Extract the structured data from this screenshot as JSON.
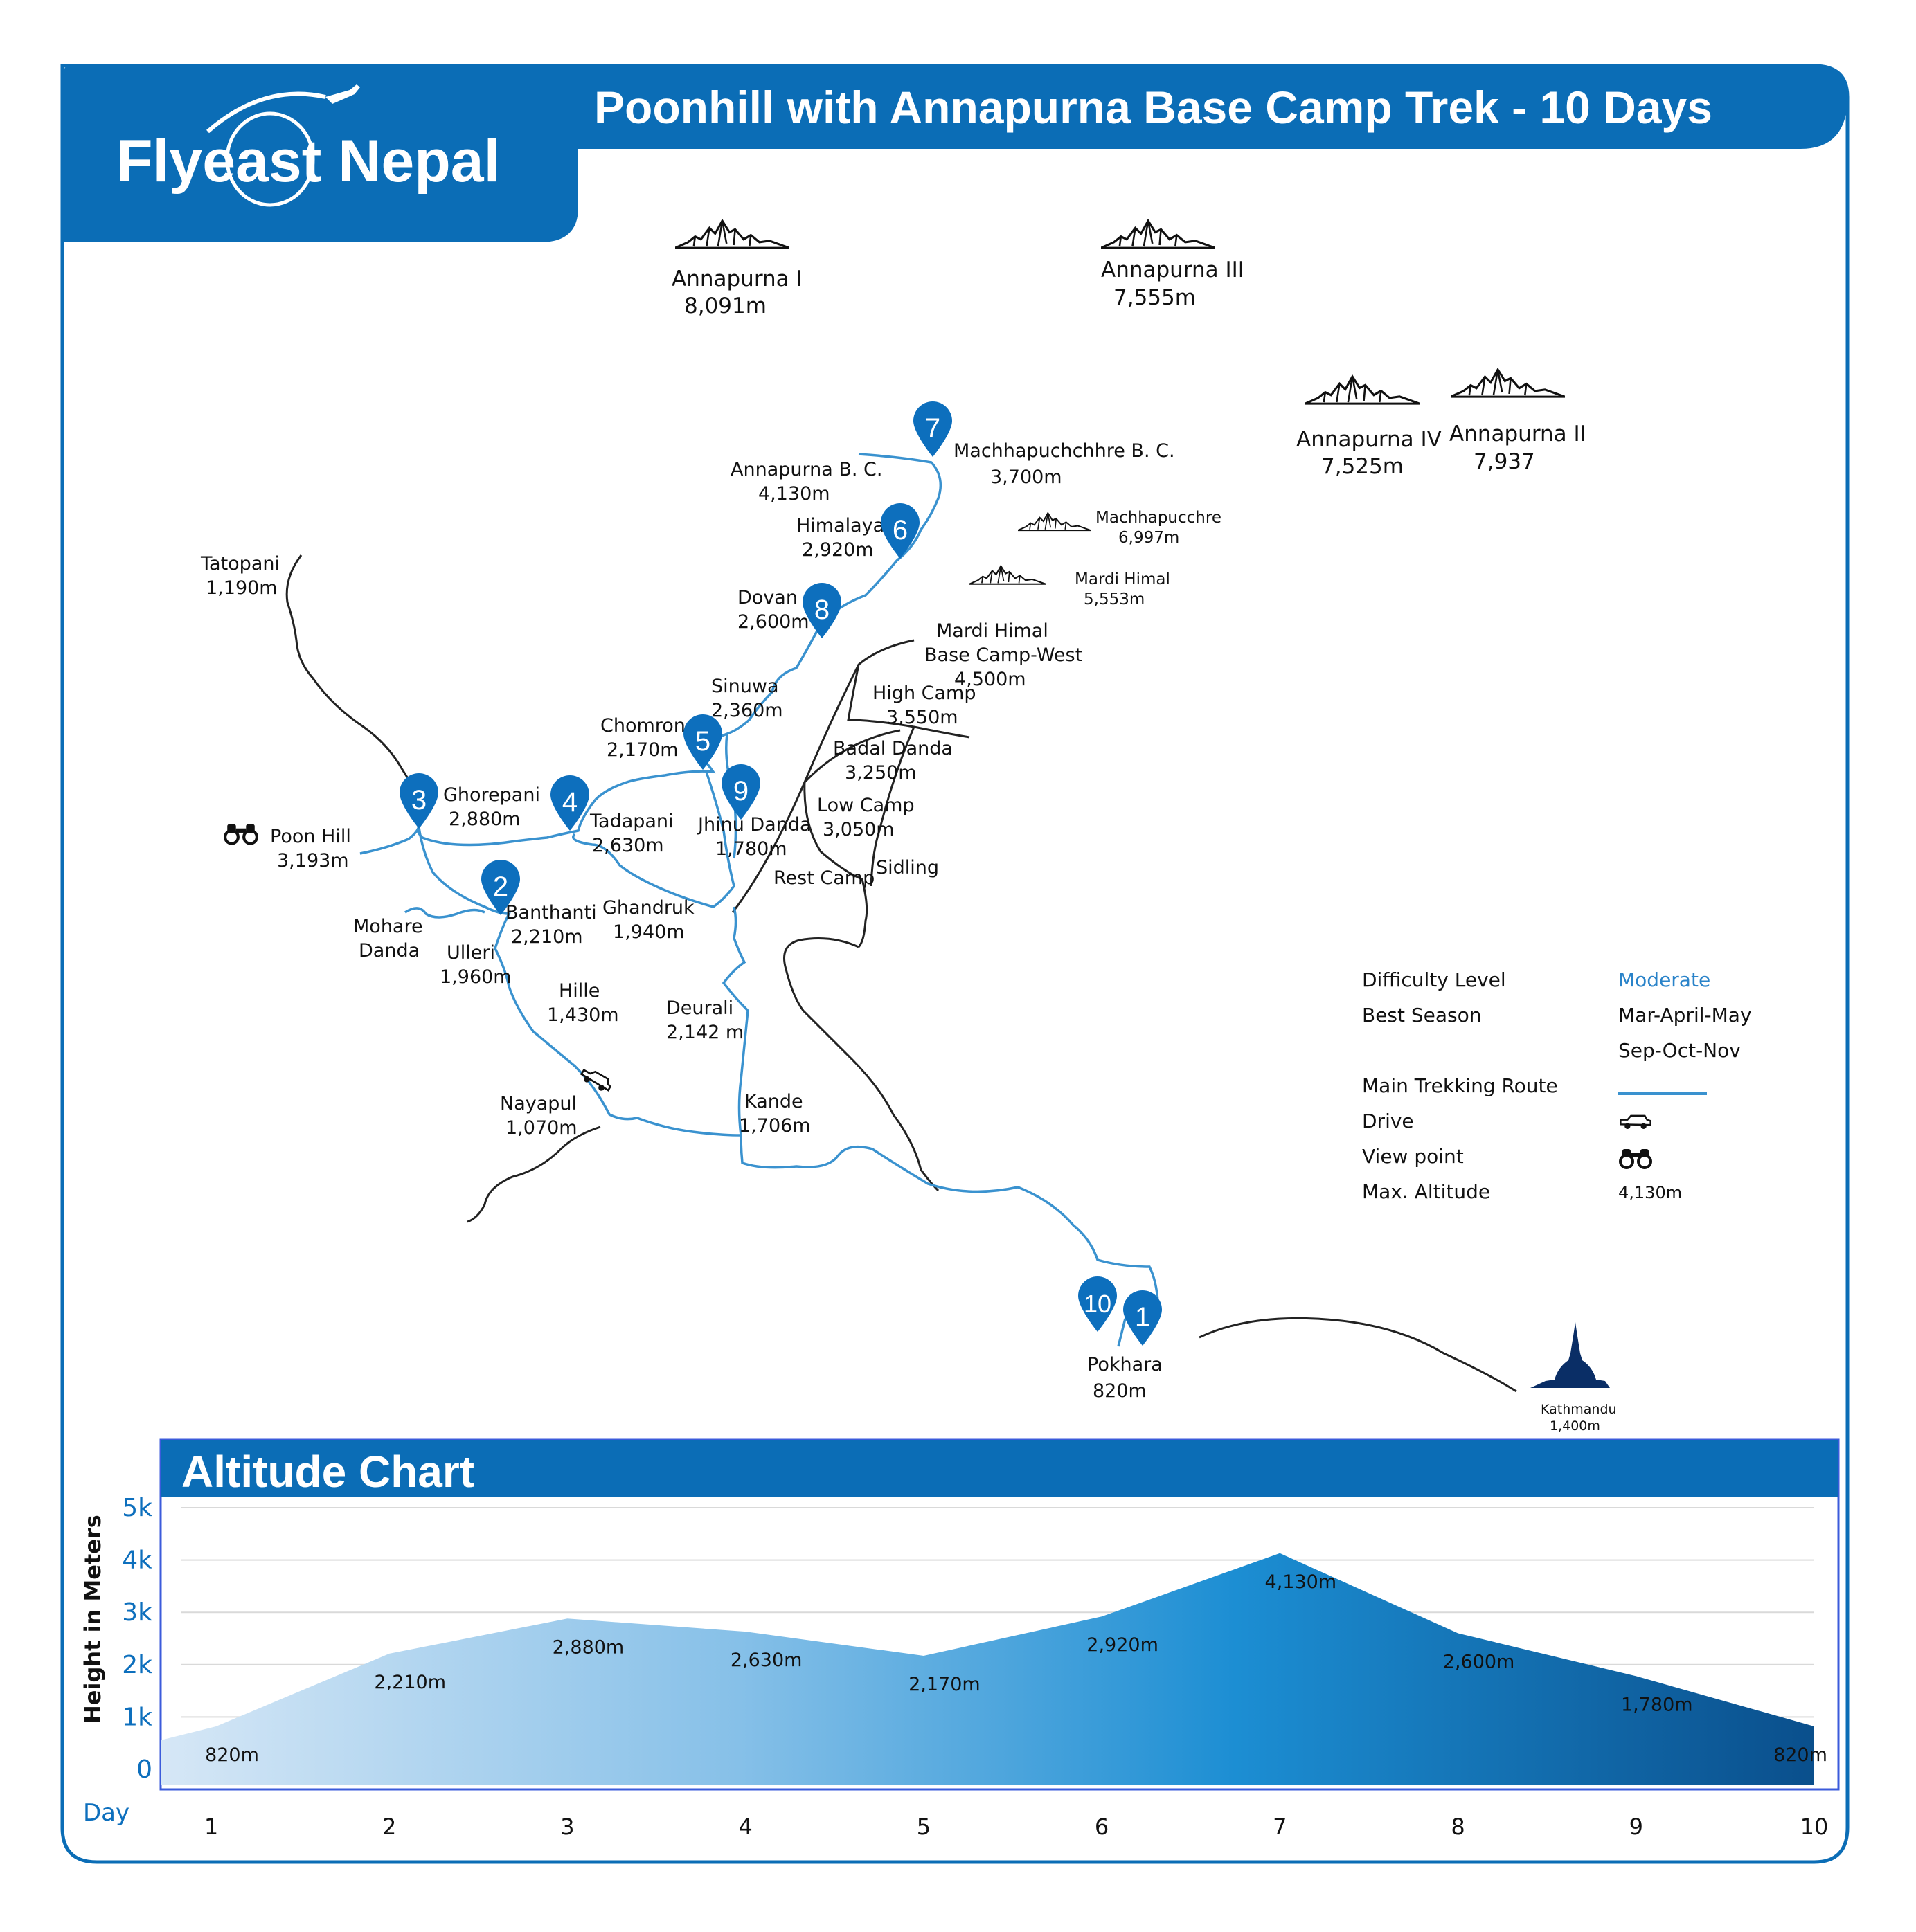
{
  "header": {
    "brand": "Flyeast Nepal",
    "title": "Poonhill with Annapurna Base Camp Trek - 10 Days"
  },
  "colors": {
    "primary": "#0b6db6",
    "route": "#3a92cf",
    "chart_dark": "#0a4f8c",
    "chart_light": "#d6e7f6"
  },
  "peaks": [
    {
      "name": "Annapurna I",
      "alt": "8,091m"
    },
    {
      "name": "Annapurna III",
      "alt": "7,555m"
    },
    {
      "name": "Annapurna IV",
      "alt": "7,525m"
    },
    {
      "name": "Annapurna II",
      "alt": "7,937"
    },
    {
      "name": "Machhapucchre",
      "alt": "6,997m"
    },
    {
      "name": "Mardi Himal",
      "alt": "5,553m"
    }
  ],
  "places": [
    {
      "name": "Machhapuchchhre B. C.",
      "alt": "3,700m"
    },
    {
      "name": "Annapurna B. C.",
      "alt": "4,130m"
    },
    {
      "name": "Himalaya",
      "alt": "2,920m"
    },
    {
      "name": "Dovan",
      "alt": "2,600m"
    },
    {
      "name": "Tatopani",
      "alt": "1,190m"
    },
    {
      "name": "Sinuwa",
      "alt": "2,360m"
    },
    {
      "name": "Chomrong",
      "alt": "2,170m"
    },
    {
      "name": "Ghorepani",
      "alt": "2,880m"
    },
    {
      "name": "Tadapani",
      "alt": "2,630m"
    },
    {
      "name": "Jhinu Danda",
      "alt": "1,780m"
    },
    {
      "name": "Poon Hill",
      "alt": "3,193m"
    },
    {
      "name": "Banthanti",
      "alt": "2,210m"
    },
    {
      "name": "Ghandruk",
      "alt": "1,940m"
    },
    {
      "name": "Mohare",
      "alt": "Danda"
    },
    {
      "name": "Ulleri",
      "alt": "1,960m"
    },
    {
      "name": "Hille",
      "alt": "1,430m"
    },
    {
      "name": "Deurali",
      "alt": "2,142 m"
    },
    {
      "name": "Nayapul",
      "alt": "1,070m"
    },
    {
      "name": "Kande",
      "alt": "1,706m"
    },
    {
      "name": "Mardi Himal",
      "alt": "Base Camp-West"
    },
    {
      "name": "High Camp",
      "alt": "3,550m"
    },
    {
      "name": "Badal Danda",
      "alt": "3,250m"
    },
    {
      "name": "Low Camp",
      "alt": "3,050m"
    },
    {
      "name": "Rest Camp",
      "alt": ""
    },
    {
      "name": "Sidling",
      "alt": ""
    },
    {
      "name": "Pokhara",
      "alt": "820m"
    },
    {
      "name": "Kathmandu",
      "alt": "1,400m"
    }
  ],
  "mardi_bc_alt": "4,500m",
  "markers": [
    "7",
    "6",
    "8",
    "5",
    "9",
    "3",
    "4",
    "2",
    "10",
    "1"
  ],
  "legend": {
    "difficulty_label": "Difficulty Level",
    "difficulty_value": "Moderate",
    "season_label": "Best Season",
    "season_value_1": "Mar-April-May",
    "season_value_2": "Sep-Oct-Nov",
    "route_label": "Main Trekking Route",
    "drive_label": "Drive",
    "view_label": "View point",
    "alt_label": "Max. Altitude",
    "alt_value": "4,130m"
  },
  "chart_title": "Altitude Chart",
  "chart_data": {
    "type": "area",
    "title": "Altitude Chart",
    "xlabel": "Day",
    "ylabel": "Height in Meters",
    "x": [
      1,
      2,
      3,
      4,
      5,
      6,
      7,
      8,
      9,
      10
    ],
    "values": [
      820,
      2210,
      2880,
      2630,
      2170,
      2920,
      4130,
      2600,
      1780,
      820
    ],
    "labels": [
      "820m",
      "2,210m",
      "2,880m",
      "2,630m",
      "2,170m",
      "2,920m",
      "4,130m",
      "2,600m",
      "1,780m",
      "820m"
    ],
    "yticks": [
      "0",
      "1k",
      "2k",
      "3k",
      "4k",
      "5k"
    ],
    "ylim": [
      0,
      5000
    ],
    "grid": true
  }
}
